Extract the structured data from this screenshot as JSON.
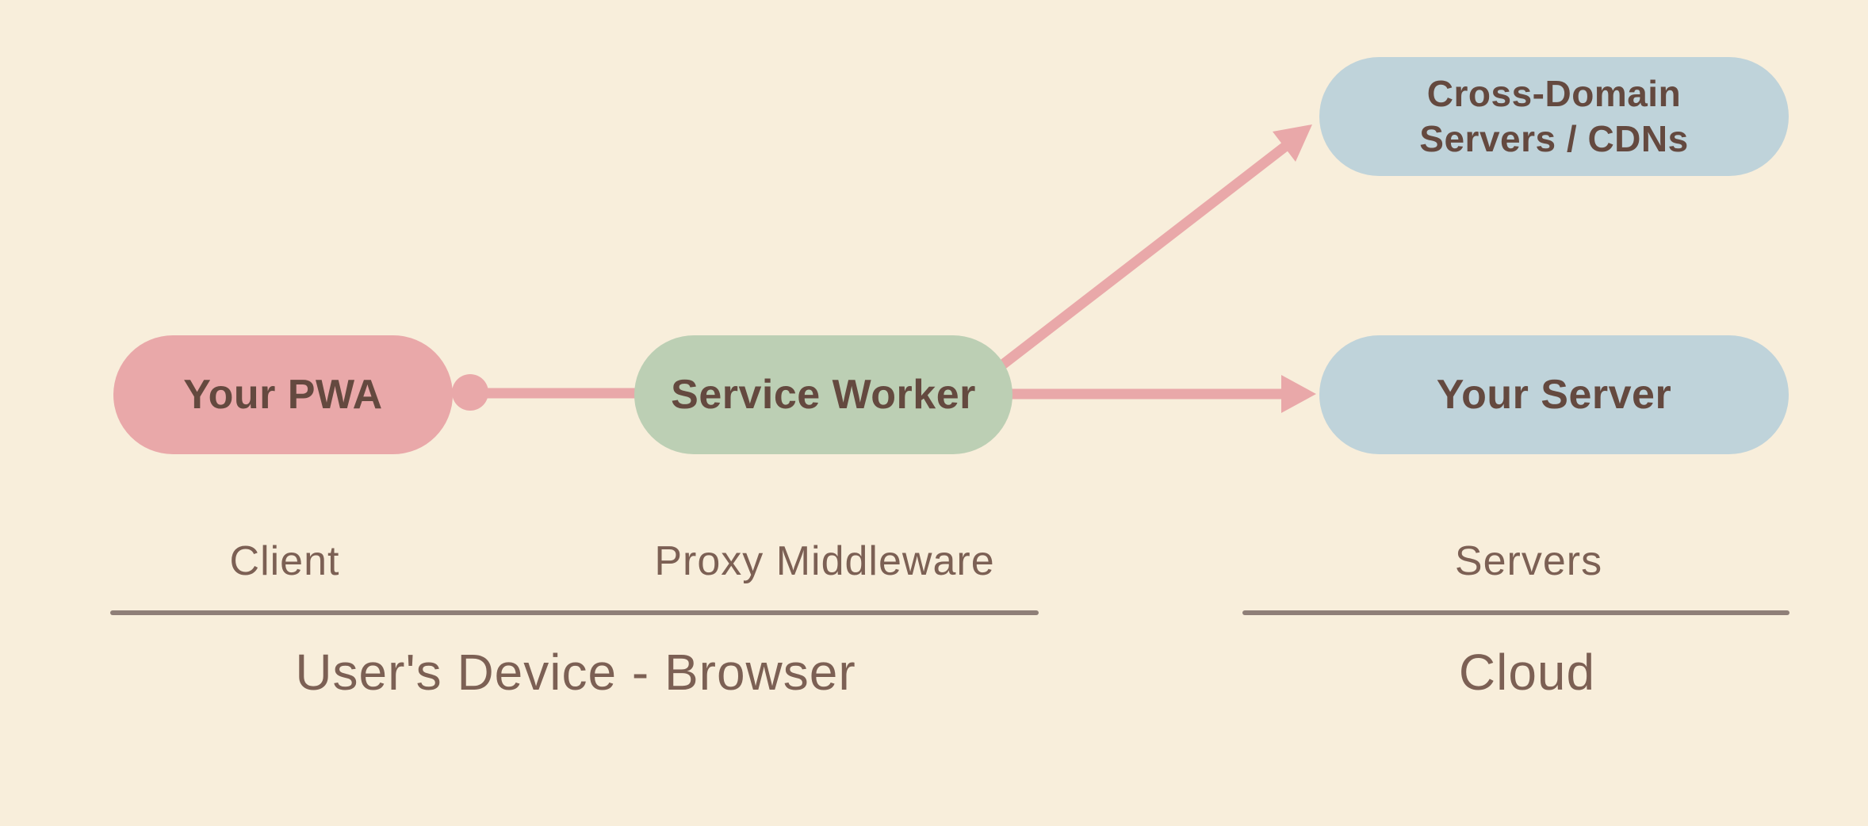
{
  "diagram": {
    "colors": {
      "background": "#f8eedb",
      "pink": "#e9a8a9",
      "green": "#bccfb4",
      "blue": "#bfd3da",
      "text_dark": "#64493f",
      "text_muted": "#7c6054",
      "divider": "#8f7f78"
    },
    "nodes": {
      "your_pwa": {
        "label": "Your PWA",
        "color": "#e9a8a9"
      },
      "service_worker": {
        "label": "Service Worker",
        "color": "#bccfb4"
      },
      "cross_domain": {
        "line1": "Cross-Domain",
        "line2": "Servers / CDNs",
        "color": "#bfd3da"
      },
      "your_server": {
        "label": "Your Server",
        "color": "#bfd3da"
      }
    },
    "edges": [
      {
        "from": "your_pwa",
        "to": "service_worker",
        "style": "dot-line"
      },
      {
        "from": "service_worker",
        "to": "cross_domain",
        "style": "arrow"
      },
      {
        "from": "service_worker",
        "to": "your_server",
        "style": "arrow"
      }
    ],
    "role_labels": {
      "client": "Client",
      "proxy": "Proxy Middleware",
      "servers": "Servers"
    },
    "group_titles": {
      "device": "User's Device - Browser",
      "cloud": "Cloud"
    }
  }
}
